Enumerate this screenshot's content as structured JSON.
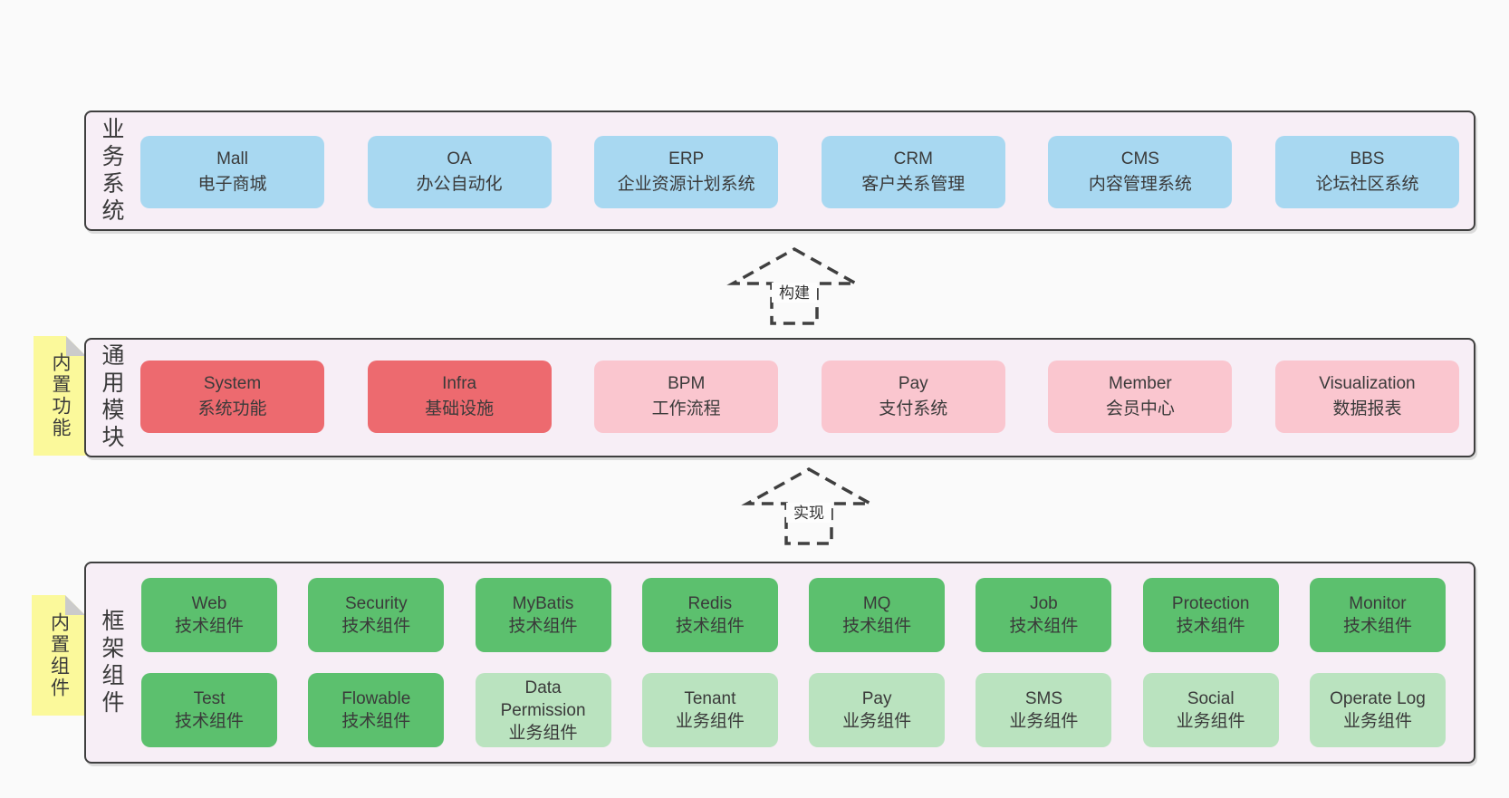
{
  "colors": {
    "pageBg": "#fafafa",
    "bandBg": "#f7eef6",
    "border": "#3f3f3f",
    "blue": "#a8d8f1",
    "red": "#ed6a6f",
    "pink": "#fac6cf",
    "green": "#5cc06e",
    "lightgreen": "#bae3bf",
    "sticky": "#fbf99b",
    "fold": "#cbcbcb",
    "arrowLabelBg": "#fdfdfd",
    "text": "#3a3a3a"
  },
  "arrows": [
    {
      "label": "构建"
    },
    {
      "label": "实现"
    }
  ],
  "bands": [
    {
      "label": "业务系统",
      "sticky": null,
      "rows": [
        [
          {
            "title": "Mall",
            "subtitle": "电子商城",
            "color": "blue"
          },
          {
            "title": "OA",
            "subtitle": "办公自动化",
            "color": "blue"
          },
          {
            "title": "ERP",
            "subtitle": "企业资源计划系统",
            "color": "blue"
          },
          {
            "title": "CRM",
            "subtitle": "客户关系管理",
            "color": "blue"
          },
          {
            "title": "CMS",
            "subtitle": "内容管理系统",
            "color": "blue"
          },
          {
            "title": "BBS",
            "subtitle": "论坛社区系统",
            "color": "blue"
          }
        ]
      ]
    },
    {
      "label": "通用模块",
      "sticky": "内置功能",
      "rows": [
        [
          {
            "title": "System",
            "subtitle": "系统功能",
            "color": "red"
          },
          {
            "title": "Infra",
            "subtitle": "基础设施",
            "color": "red"
          },
          {
            "title": "BPM",
            "subtitle": "工作流程",
            "color": "pink"
          },
          {
            "title": "Pay",
            "subtitle": "支付系统",
            "color": "pink"
          },
          {
            "title": "Member",
            "subtitle": "会员中心",
            "color": "pink"
          },
          {
            "title": "Visualization",
            "subtitle": "数据报表",
            "color": "pink"
          }
        ]
      ]
    },
    {
      "label": "框架组件",
      "sticky": "内置组件",
      "rows": [
        [
          {
            "title": "Web",
            "subtitle": "技术组件",
            "color": "green"
          },
          {
            "title": "Security",
            "subtitle": "技术组件",
            "color": "green"
          },
          {
            "title": "MyBatis",
            "subtitle": "技术组件",
            "color": "green"
          },
          {
            "title": "Redis",
            "subtitle": "技术组件",
            "color": "green"
          },
          {
            "title": "MQ",
            "subtitle": "技术组件",
            "color": "green"
          },
          {
            "title": "Job",
            "subtitle": "技术组件",
            "color": "green"
          },
          {
            "title": "Protection",
            "subtitle": "技术组件",
            "color": "green"
          },
          {
            "title": "Monitor",
            "subtitle": "技术组件",
            "color": "green"
          }
        ],
        [
          {
            "title": "Test",
            "subtitle": "技术组件",
            "color": "green"
          },
          {
            "title": "Flowable",
            "subtitle": "技术组件",
            "color": "green"
          },
          {
            "title": "Data Permission",
            "subtitle": "业务组件",
            "color": "lightgreen"
          },
          {
            "title": "Tenant",
            "subtitle": "业务组件",
            "color": "lightgreen"
          },
          {
            "title": "Pay",
            "subtitle": "业务组件",
            "color": "lightgreen"
          },
          {
            "title": "SMS",
            "subtitle": "业务组件",
            "color": "lightgreen"
          },
          {
            "title": "Social",
            "subtitle": "业务组件",
            "color": "lightgreen"
          },
          {
            "title": "Operate Log",
            "subtitle": "业务组件",
            "color": "lightgreen"
          }
        ]
      ]
    }
  ]
}
